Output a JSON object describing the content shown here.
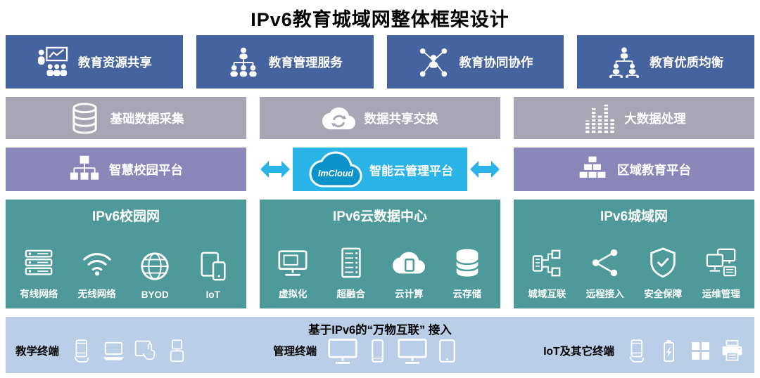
{
  "title": "IPv6教育城域网整体框架设计",
  "colors": {
    "application_blue": "#45639e",
    "data_gray": "#a8a5b4",
    "platform_purple": "#8987b8",
    "cloud_cyan": "#29b3e6",
    "network_teal": "#4e9a9a",
    "terminal_light_blue": "#bacee8"
  },
  "application_layer": {
    "items": [
      {
        "label": "教育资源共享",
        "icon": "presentation-audience-icon"
      },
      {
        "label": "教育管理服务",
        "icon": "org-chart-icon"
      },
      {
        "label": "教育协同协作",
        "icon": "people-network-icon"
      },
      {
        "label": "教育优质均衡",
        "icon": "people-tree-icon"
      }
    ]
  },
  "data_layer": {
    "items": [
      {
        "label": "基础数据采集",
        "icon": "database-icon"
      },
      {
        "label": "数据共享交换",
        "icon": "cloud-sync-icon"
      },
      {
        "label": "大数据处理",
        "icon": "equalizer-icon"
      }
    ]
  },
  "platform_layer": {
    "left": {
      "label": "智慧校园平台",
      "icon": "connected-nodes-icon"
    },
    "center": {
      "brand": "ImCloud",
      "label": "智能云管理平台",
      "icon": "cloud-logo-icon"
    },
    "right": {
      "label": "区域教育平台",
      "icon": "stacked-blocks-icon"
    }
  },
  "network_layer": {
    "sections": [
      {
        "title": "IPv6校园网",
        "items": [
          {
            "label": "有线网络",
            "icon": "server-stack-icon"
          },
          {
            "label": "无线网络",
            "icon": "wifi-icon"
          },
          {
            "label": "BYOD",
            "icon": "globe-icon"
          },
          {
            "label": "IoT",
            "icon": "tablet-phone-icon"
          }
        ]
      },
      {
        "title": "IPv6云数据中心",
        "items": [
          {
            "label": "虚拟化",
            "icon": "monitor-window-icon"
          },
          {
            "label": "超融合",
            "icon": "server-rack-icon"
          },
          {
            "label": "云计算",
            "icon": "cloud-device-icon"
          },
          {
            "label": "云存储",
            "icon": "storage-cylinder-icon"
          }
        ]
      },
      {
        "title": "IPv6城域网",
        "items": [
          {
            "label": "城域互联",
            "icon": "interconnect-icon"
          },
          {
            "label": "远程接入",
            "icon": "share-nodes-icon"
          },
          {
            "label": "安全保障",
            "icon": "shield-check-icon"
          },
          {
            "label": "运维管理",
            "icon": "dual-monitor-icon"
          }
        ]
      }
    ]
  },
  "terminal_layer": {
    "heading": "基于IPv6的“万物互联” 接入",
    "groups": [
      {
        "label": "教学终端",
        "icons": [
          "phone-in-hand-icon",
          "laptop-icon",
          "touch-screen-icon",
          "flip-phone-icon"
        ]
      },
      {
        "label": "管理终端",
        "icons": [
          "monitor-icon",
          "smartphone-icon",
          "monitor-icon",
          "tablet-icon"
        ]
      },
      {
        "label": "IoT及其它终端",
        "icons": [
          "handheld-device-icon",
          "battery-charging-icon",
          "storage-cubes-icon",
          "printer-icon"
        ]
      }
    ]
  }
}
